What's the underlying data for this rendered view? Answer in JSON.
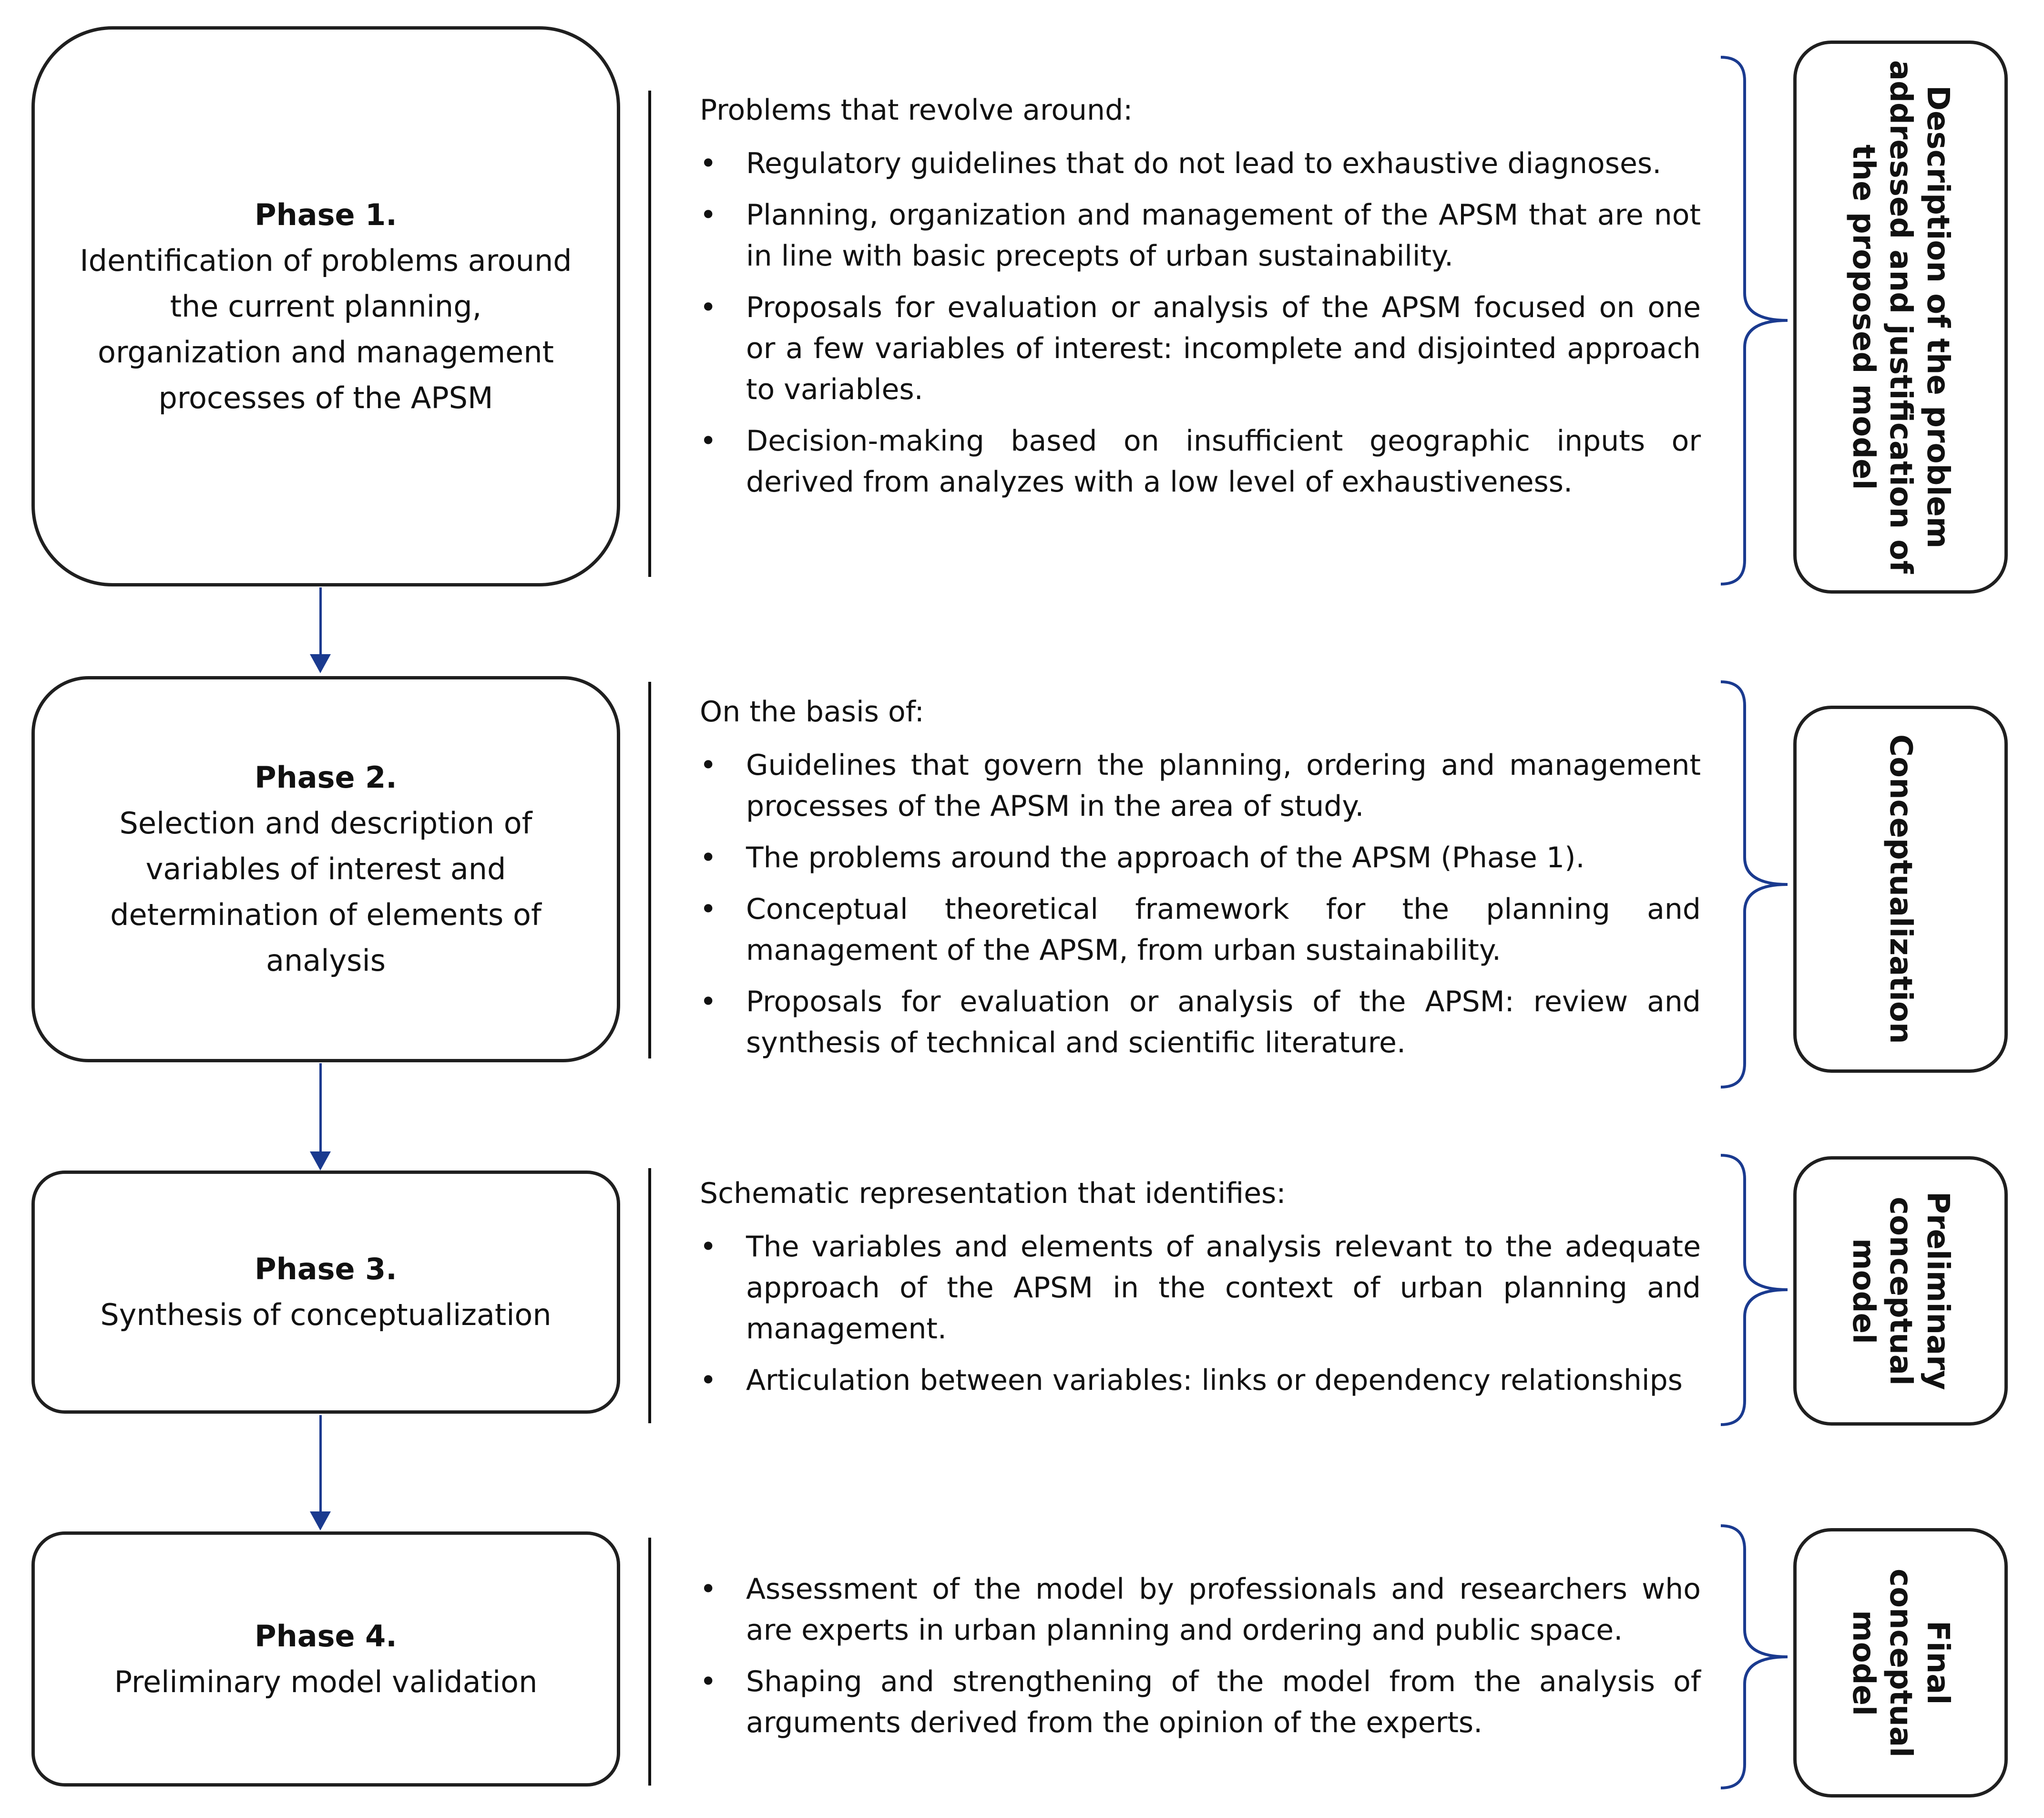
{
  "phases": [
    {
      "title": "Phase 1.",
      "description": "Identification of problems around the current planning, organization and management processes of the APSM",
      "intro": "Problems that revolve around:",
      "bullets": [
        "Regulatory guidelines that do not lead to exhaustive diagnoses.",
        "Planning, organization and management of the APSM that are not in line with basic precepts of urban sustainability.",
        "Proposals for evaluation or analysis of the APSM focused on one or a few variables of interest: incomplete and disjointed approach to variables.",
        "Decision-making based on insufficient geographic inputs or derived from analyzes with a low level of exhaustiveness."
      ],
      "side_label": "Description of the problem addressed and justification of the proposed model"
    },
    {
      "title": "Phase 2.",
      "description": "Selection and description of variables of interest and determination of elements of analysis",
      "intro": "On the basis of:",
      "bullets": [
        "Guidelines that govern the planning, ordering and management processes of the APSM in the area of study.",
        "The problems around the approach of the APSM (Phase 1).",
        "Conceptual theoretical framework for the planning and management of the APSM, from urban sustainability.",
        "Proposals for evaluation or analysis of the APSM: review and synthesis of technical and scientific literature."
      ],
      "side_label": "Conceptualization"
    },
    {
      "title": "Phase 3.",
      "description": "Synthesis of conceptualization",
      "intro": "Schematic representation that identifies:",
      "bullets": [
        "The variables and elements of analysis relevant to the adequate approach of the APSM in the context of urban planning and management.",
        "Articulation between variables: links or dependency relationships"
      ],
      "side_label": "Preliminary\nconceptual\nmodel"
    },
    {
      "title": "Phase 4.",
      "description": "Preliminary model validation",
      "intro": "",
      "bullets": [
        "Assessment of the model by professionals and researchers who are experts in urban planning and ordering and public space.",
        "Shaping and strengthening of the model from the analysis of arguments derived from the opinion of the experts."
      ],
      "side_label": "Final\nconceptual\nmodel"
    }
  ],
  "bullet_glyph": "•",
  "colors": {
    "arrow": "#1a3a8f",
    "border": "#1f1f1f",
    "text": "#111111"
  }
}
